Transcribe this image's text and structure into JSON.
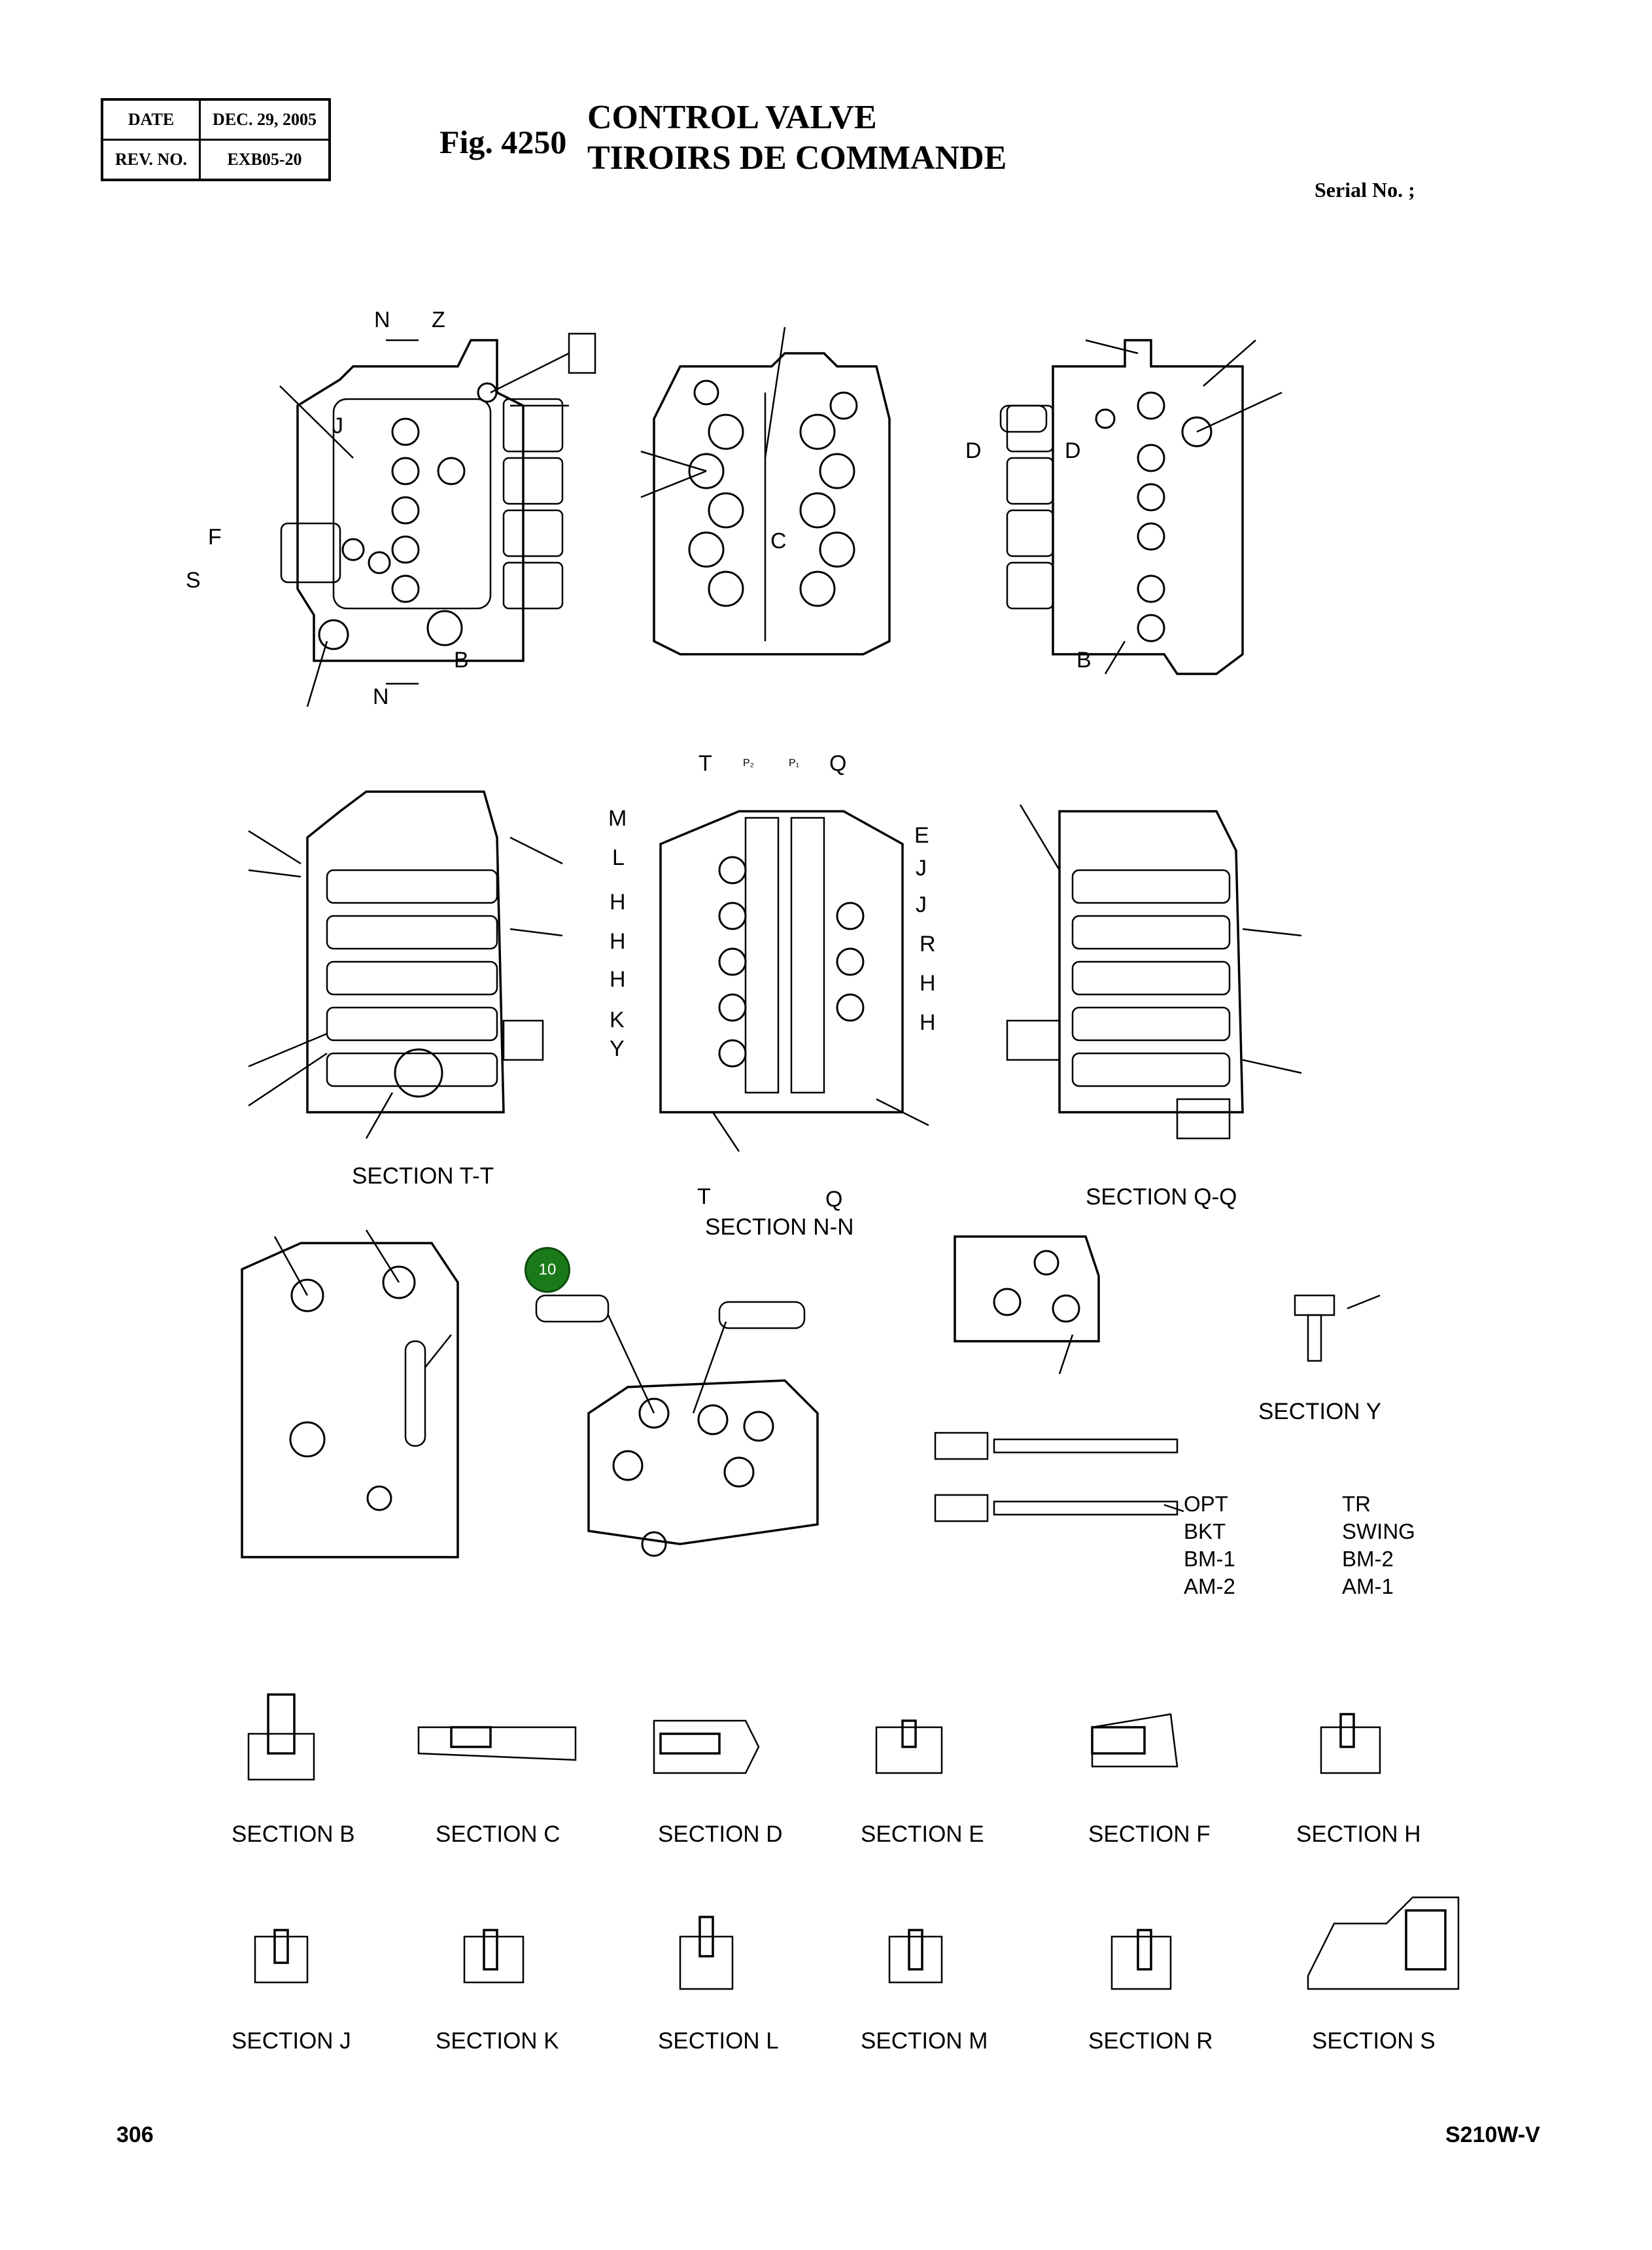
{
  "header": {
    "date_label": "DATE",
    "date_value": "DEC. 29, 2005",
    "rev_label": "REV. NO.",
    "rev_value": "EXB05-20"
  },
  "figure": {
    "number": "Fig. 4250",
    "title_en": "CONTROL VALVE",
    "title_fr": "TIROIRS DE COMMANDE",
    "serial": "Serial No. ;"
  },
  "sections": {
    "tt": "SECTION  T-T",
    "nn": "SECTION  N-N",
    "qq": "SECTION  Q-Q",
    "y": "SECTION  Y",
    "b": "SECTION  B",
    "c": "SECTION  C",
    "d": "SECTION  D",
    "e": "SECTION  E",
    "f": "SECTION  F",
    "h": "SECTION  H",
    "j": "SECTION  J",
    "k": "SECTION  K",
    "l": "SECTION  L",
    "m": "SECTION  M",
    "r": "SECTION  R",
    "s": "SECTION  S"
  },
  "view_labels": {
    "n_top": "N",
    "z": "Z",
    "j": "J",
    "f": "F",
    "s": "S",
    "b1": "B",
    "n_bot": "N",
    "c": "C",
    "d1": "D",
    "d2": "D",
    "b2": "B",
    "t": "T",
    "q": "Q",
    "p1": "P₂",
    "p2": "P₁",
    "m": "M",
    "l": "L",
    "h1": "H",
    "h2": "H",
    "h3": "H",
    "k": "K",
    "y": "Y",
    "e": "E",
    "j1": "J",
    "j2": "J",
    "r": "R",
    "h4": "H",
    "h5": "H",
    "t2": "T",
    "q2": "Q"
  },
  "spool_legend": {
    "left": [
      "OPT",
      "BKT",
      "BM-1",
      "AM-2"
    ],
    "right": [
      "TR",
      "SWING",
      "BM-2",
      "AM-1"
    ]
  },
  "callout": {
    "number": "10",
    "color": "#1a7a1a"
  },
  "footer": {
    "page": "306",
    "model": "S210W-V"
  }
}
